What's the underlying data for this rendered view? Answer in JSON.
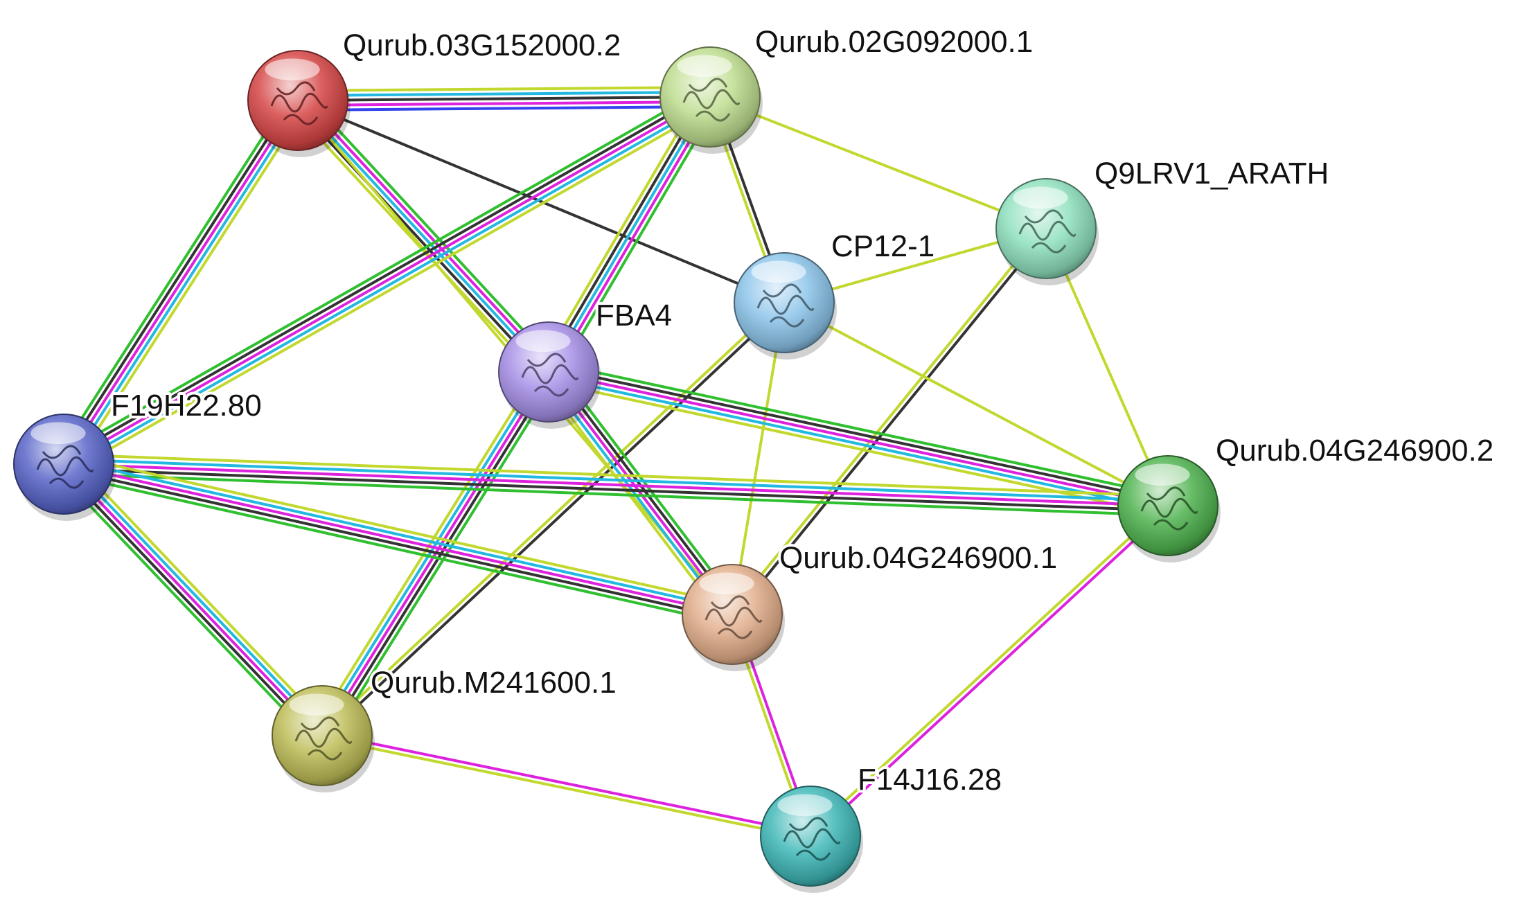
{
  "network": {
    "evidence_colors": {
      "black": "#333333",
      "green": "#2fbf2f",
      "magenta": "#dd22dd",
      "cyan": "#22b8e0",
      "blue": "#3344ee",
      "olive": "#c2d82e"
    },
    "nodes": [
      {
        "id": "qurub03",
        "label": "Qurub.03G152000.2",
        "color": "#d64545"
      },
      {
        "id": "qurub02",
        "label": "Qurub.02G092000.1",
        "color": "#bedd8f"
      },
      {
        "id": "q9lrv1",
        "label": "Q9LRV1_ARATH",
        "color": "#8ee0bd"
      },
      {
        "id": "cp12",
        "label": "CP12-1",
        "color": "#8cc4ea"
      },
      {
        "id": "fba4",
        "label": "FBA4",
        "color": "#a58ee6"
      },
      {
        "id": "f19h22",
        "label": "F19H22.80",
        "color": "#5864c8"
      },
      {
        "id": "qurub04_2",
        "label": "Qurub.04G246900.2",
        "color": "#4fb34f"
      },
      {
        "id": "qurub04_1",
        "label": "Qurub.04G246900.1",
        "color": "#e2ae8a"
      },
      {
        "id": "qurubm",
        "label": "Qurub.M241600.1",
        "color": "#bdbd58"
      },
      {
        "id": "f14j16",
        "label": "F14J16.28",
        "color": "#3fb7b7"
      }
    ],
    "edges": [
      {
        "from": "qurub03",
        "to": "qurub02",
        "evidence": [
          "olive",
          "cyan",
          "black",
          "magenta",
          "blue"
        ]
      },
      {
        "from": "qurub03",
        "to": "f19h22",
        "evidence": [
          "olive",
          "cyan",
          "magenta",
          "black",
          "green"
        ]
      },
      {
        "from": "qurub03",
        "to": "fba4",
        "evidence": [
          "green",
          "magenta",
          "cyan",
          "black",
          "olive"
        ]
      },
      {
        "from": "qurub03",
        "to": "cp12",
        "evidence": [
          "black"
        ]
      },
      {
        "from": "qurub03",
        "to": "qurub04_1",
        "evidence": [
          "olive"
        ]
      },
      {
        "from": "qurub02",
        "to": "f19h22",
        "evidence": [
          "olive",
          "cyan",
          "magenta",
          "black",
          "green"
        ]
      },
      {
        "from": "qurub02",
        "to": "fba4",
        "evidence": [
          "green",
          "magenta",
          "cyan",
          "black",
          "olive"
        ]
      },
      {
        "from": "qurub02",
        "to": "cp12",
        "evidence": [
          "black",
          "olive"
        ]
      },
      {
        "from": "qurub02",
        "to": "q9lrv1",
        "evidence": [
          "olive"
        ]
      },
      {
        "from": "q9lrv1",
        "to": "cp12",
        "evidence": [
          "olive"
        ]
      },
      {
        "from": "q9lrv1",
        "to": "qurub04_2",
        "evidence": [
          "olive"
        ]
      },
      {
        "from": "q9lrv1",
        "to": "qurub04_1",
        "evidence": [
          "black",
          "olive"
        ]
      },
      {
        "from": "cp12",
        "to": "qurub04_2",
        "evidence": [
          "olive"
        ]
      },
      {
        "from": "cp12",
        "to": "qurubm",
        "evidence": [
          "black",
          "olive"
        ]
      },
      {
        "from": "cp12",
        "to": "qurub04_1",
        "evidence": [
          "olive"
        ]
      },
      {
        "from": "fba4",
        "to": "qurub04_2",
        "evidence": [
          "green",
          "black",
          "magenta",
          "cyan",
          "olive"
        ]
      },
      {
        "from": "fba4",
        "to": "qurub04_1",
        "evidence": [
          "green",
          "black",
          "magenta",
          "cyan",
          "olive"
        ]
      },
      {
        "from": "fba4",
        "to": "qurubm",
        "evidence": [
          "green",
          "black",
          "magenta",
          "cyan",
          "olive"
        ]
      },
      {
        "from": "f19h22",
        "to": "qurub04_2",
        "evidence": [
          "olive",
          "cyan",
          "magenta",
          "black",
          "green"
        ]
      },
      {
        "from": "f19h22",
        "to": "qurub04_1",
        "evidence": [
          "olive",
          "cyan",
          "magenta",
          "black",
          "green"
        ]
      },
      {
        "from": "f19h22",
        "to": "qurubm",
        "evidence": [
          "olive",
          "cyan",
          "magenta",
          "black",
          "green"
        ]
      },
      {
        "from": "qurub04_2",
        "to": "f14j16",
        "evidence": [
          "magenta",
          "olive"
        ]
      },
      {
        "from": "qurub04_1",
        "to": "f14j16",
        "evidence": [
          "magenta",
          "olive"
        ]
      },
      {
        "from": "qurubm",
        "to": "f14j16",
        "evidence": [
          "magenta",
          "olive"
        ]
      }
    ]
  }
}
